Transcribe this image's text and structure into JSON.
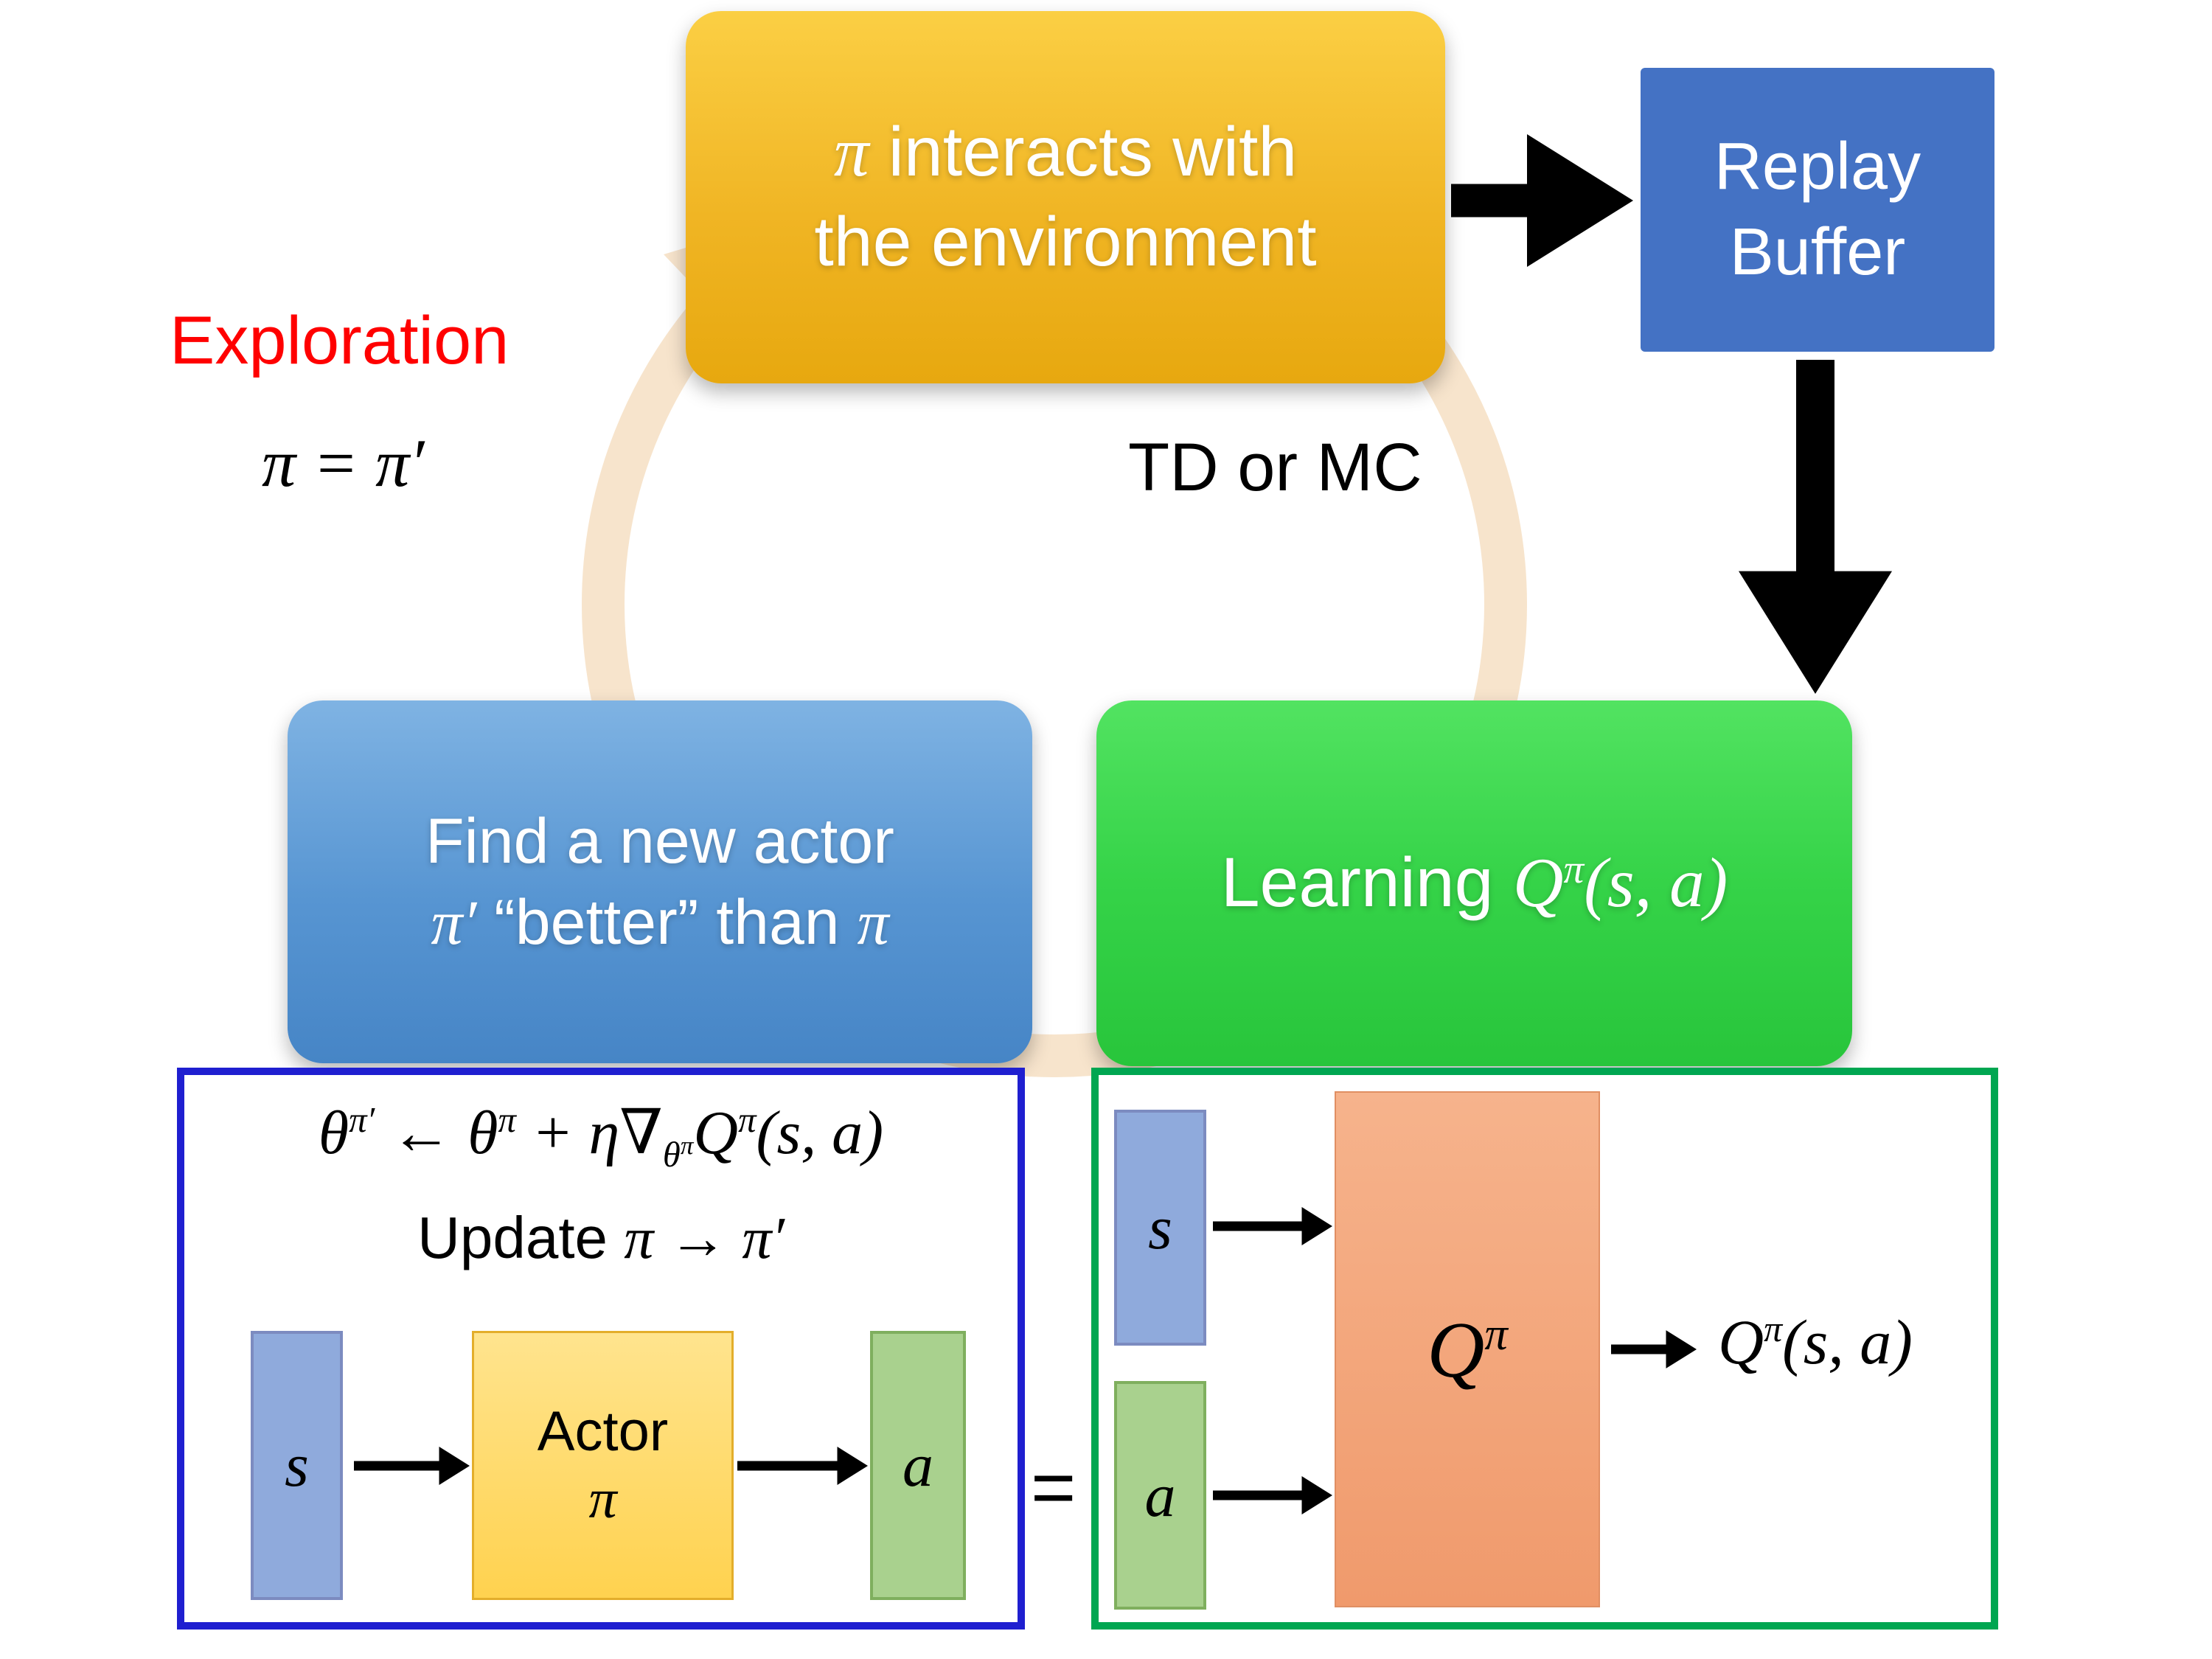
{
  "colors": {
    "interact_box_gold": "#F0B524",
    "replay_box_blue": "#4472C4",
    "find_actor_box_blue": "#5795D2",
    "learning_box_green": "#35D348",
    "cycle_ring_tan": "#F7E4CC",
    "exploration_red": "#FF0000",
    "policy_panel_border_blue": "#1F1FD0",
    "critic_panel_border_green": "#00A651",
    "s_rect_fill": "#8FAADC",
    "a_rect_fill": "#A9D18E",
    "actor_rect_fill": "#FFD966",
    "q_rect_fill": "#F3A87E",
    "arrow_black": "#000000"
  },
  "cycle": {
    "interact_box": {
      "pi": "π",
      "line1_rest": " interacts with",
      "line2": "the environment"
    },
    "replay_box": {
      "line1": "Replay",
      "line2": "Buffer"
    },
    "exploration_label": "Exploration",
    "pi_equation": "π = π′",
    "td_or_mc": "TD or MC",
    "find_actor_box": {
      "line1": "Find a new actor",
      "pi_prime": "π′",
      "middle": " “better” than ",
      "pi": "π"
    },
    "learning_box": {
      "prefix": "Learning ",
      "q": "Q",
      "q_sup": "π",
      "args": "(s, a)"
    }
  },
  "policy_panel": {
    "formula": {
      "theta1": "θ",
      "sup1": "π′",
      "assign": " ← ",
      "theta2": "θ",
      "sup2": "π",
      "plus": " + η∇",
      "grad_sub_theta": "θ",
      "grad_sub_sup": "π",
      "q": "Q",
      "q_sup": "π",
      "args": "(s, a)"
    },
    "update": {
      "prefix": "Update ",
      "math": "π → π′"
    },
    "s_label": "s",
    "actor_line1": "Actor",
    "actor_line2": "π",
    "a_label": "a"
  },
  "equals_sign": "=",
  "critic_panel": {
    "s_label": "s",
    "a_label": "a",
    "q_label": "Q",
    "q_sup": "π",
    "output": {
      "q": "Q",
      "sup": "π",
      "args": "(s, a)"
    }
  }
}
